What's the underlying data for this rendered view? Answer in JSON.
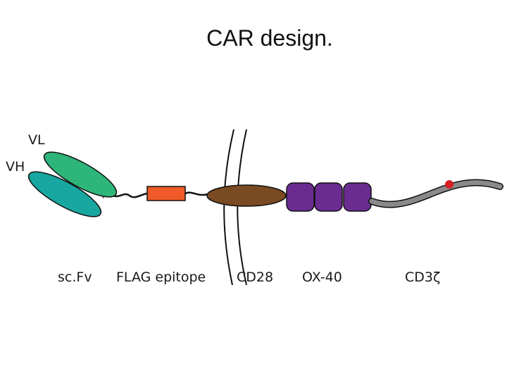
{
  "title": "CAR design.",
  "chain_labels": {
    "vl": "VL",
    "vh": "VH"
  },
  "domains": {
    "scfv": "sc.Fv",
    "flag": "FLAG epitope",
    "cd28": "CD28",
    "ox40": "OX-40",
    "cd3z": "CD3ζ"
  },
  "colors": {
    "vl": "#2eb57a",
    "vh": "#18a7a0",
    "flag": "#f05a28",
    "cd28": "#7a4a22",
    "ox40": "#6a2c91",
    "cd3z": "#8a8a8a",
    "phospho_dot": "#d61f26",
    "membrane": "#111111"
  }
}
